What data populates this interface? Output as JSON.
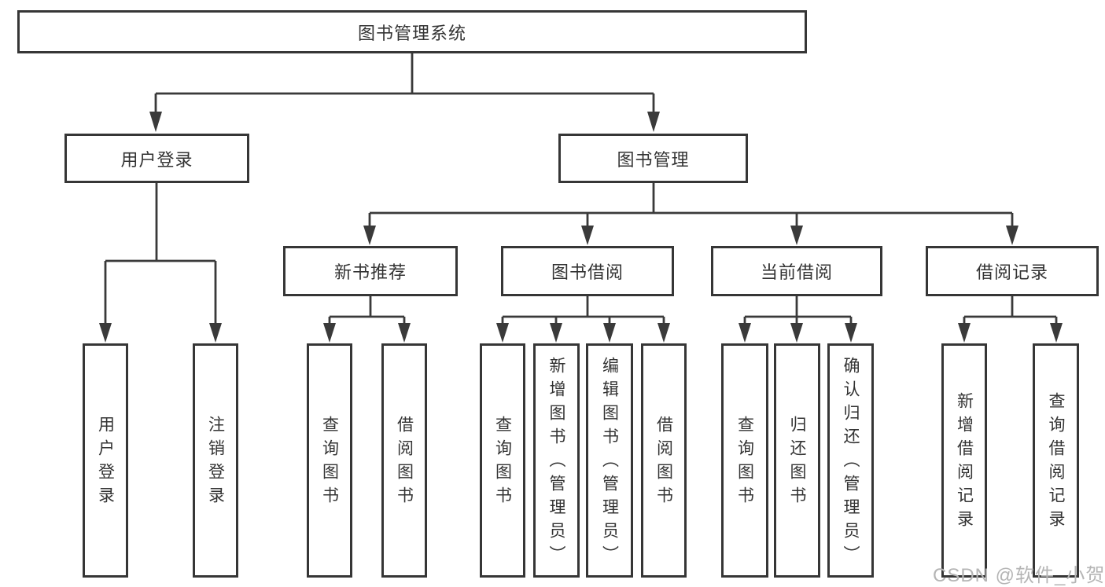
{
  "diagram": {
    "root": {
      "label": "图书管理系统"
    },
    "branches": [
      {
        "label": "用户登录",
        "children": [
          {
            "label": "用户登录"
          },
          {
            "label": "注销登录"
          }
        ]
      },
      {
        "label": "图书管理",
        "children": [
          {
            "label": "新书推荐",
            "children": [
              {
                "label": "查询图书"
              },
              {
                "label": "借阅图书"
              }
            ]
          },
          {
            "label": "图书借阅",
            "children": [
              {
                "label": "查询图书"
              },
              {
                "label": "新增图书（管理员）"
              },
              {
                "label": "编辑图书（管理员）"
              },
              {
                "label": "借阅图书"
              }
            ]
          },
          {
            "label": "当前借阅",
            "children": [
              {
                "label": "查询图书"
              },
              {
                "label": "归还图书"
              },
              {
                "label": "确认归还（管理员）"
              }
            ]
          },
          {
            "label": "借阅记录",
            "children": [
              {
                "label": "新增借阅记录"
              },
              {
                "label": "查询借阅记录"
              }
            ]
          }
        ]
      }
    ]
  },
  "watermark": {
    "text": "CSDN @软件_小贺同学",
    "color": "#b5b5b5"
  },
  "colors": {
    "background": "#ffffff",
    "box_fill": "#ffffff",
    "box_border": "#363636",
    "line": "#3a3a3a",
    "text": "#333333"
  }
}
